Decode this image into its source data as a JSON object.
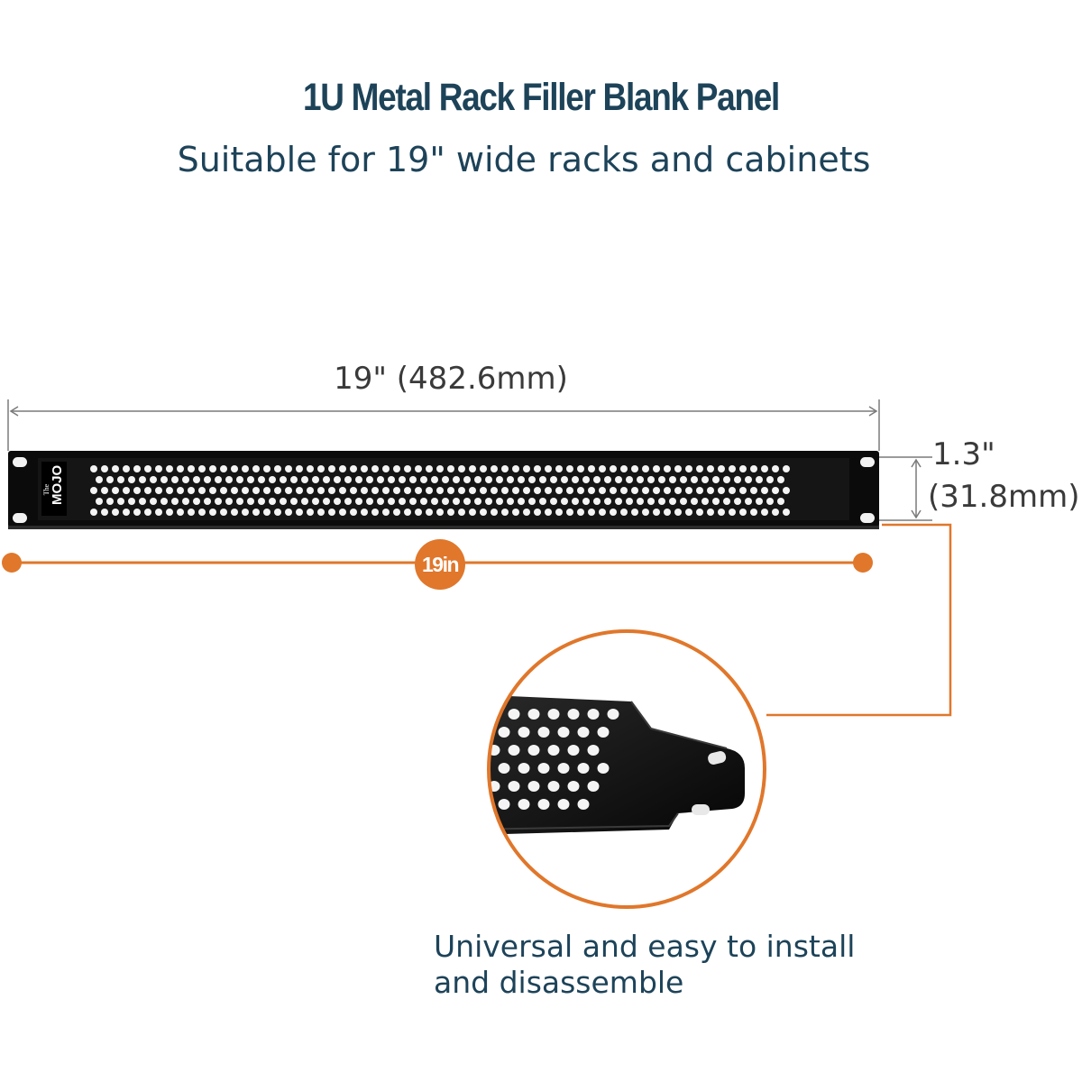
{
  "header": {
    "title": "1U Metal Rack Filler Blank Panel",
    "subtitle": "Suitable for 19\" wide racks and cabinets"
  },
  "dimensions": {
    "width_label": "19\" (482.6mm)",
    "height_label_inch": "1.3\"",
    "height_label_mm": "(31.8mm)",
    "badge_label": "19in"
  },
  "panel": {
    "brand_logo": "MOJO",
    "brand_prefix": "The"
  },
  "detail": {
    "caption": "Universal and easy to install and disassemble"
  },
  "colors": {
    "title": "#1d4359",
    "accent_orange": "#e0772b",
    "panel_black": "#0b0b0b",
    "dimension_gray": "#7a7a7a"
  }
}
